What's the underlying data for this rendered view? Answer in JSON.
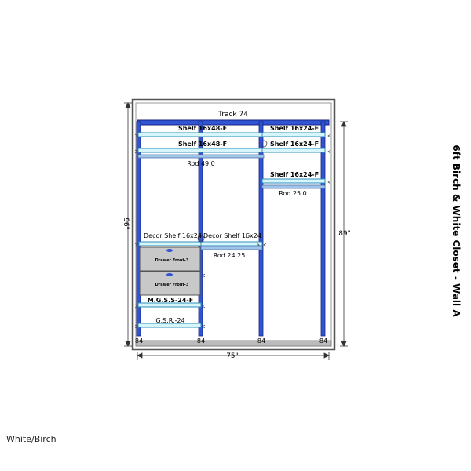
{
  "title": "6ft Birch & White Closet  - Wall A",
  "finish": "White/Birch",
  "track_label": "Track 74",
  "dimensions": {
    "wall_height": "96\"",
    "closet_height": "89\"",
    "width": "75\""
  },
  "components": {
    "shelf_top_left": "Shelf 16x48-F",
    "shelf_second_left": "Shelf 16x48-F",
    "shelf_top_right": "Shelf 16x24-F",
    "shelf_second_right": "Shelf 16x24-F",
    "shelf_third_right": "Shelf 16x24-F",
    "rod_left_upper": "Rod 49.0",
    "rod_right_upper": "Rod 25.0",
    "decor_shelf_left": "Decor Shelf 16x24",
    "decor_shelf_middle": "Decor Shelf 16x24",
    "rod_middle_lower": "Rod 24.25",
    "drawer_front_1": "Drawer Front-3",
    "drawer_front_2": "Drawer Front-3",
    "mgss": "M.G.S.S-24-F",
    "gsr": "G.S.R.-24"
  },
  "standard_labels": [
    "84",
    "84",
    "84",
    "84"
  ],
  "colors": {
    "standard": "#2f55d4",
    "standard_dark": "#1a237e",
    "shelf_fill": "#d6f6fb",
    "shelf_edge": "#2d8fb8",
    "rod": "#9ec4e8",
    "drawer": "#c8c8c8",
    "frame": "#555555"
  }
}
